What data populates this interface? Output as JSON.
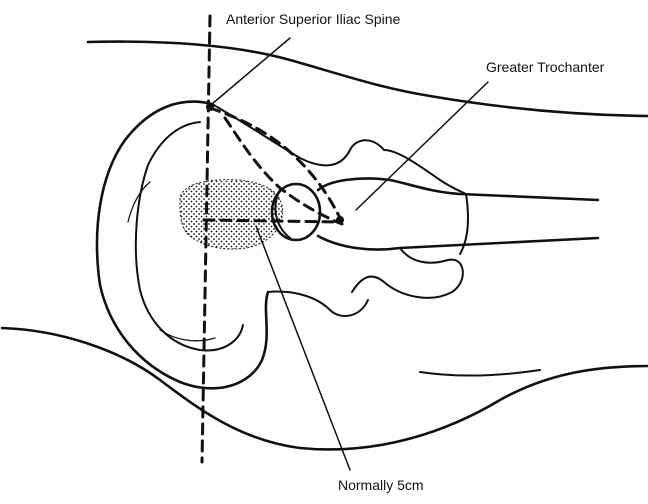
{
  "labels": {
    "asis": "Anterior Superior Iliac Spine",
    "trochanter": "Greater Trochanter",
    "distance": "Normally 5cm"
  },
  "colors": {
    "ink": "#111111",
    "background": "#ffffff"
  }
}
